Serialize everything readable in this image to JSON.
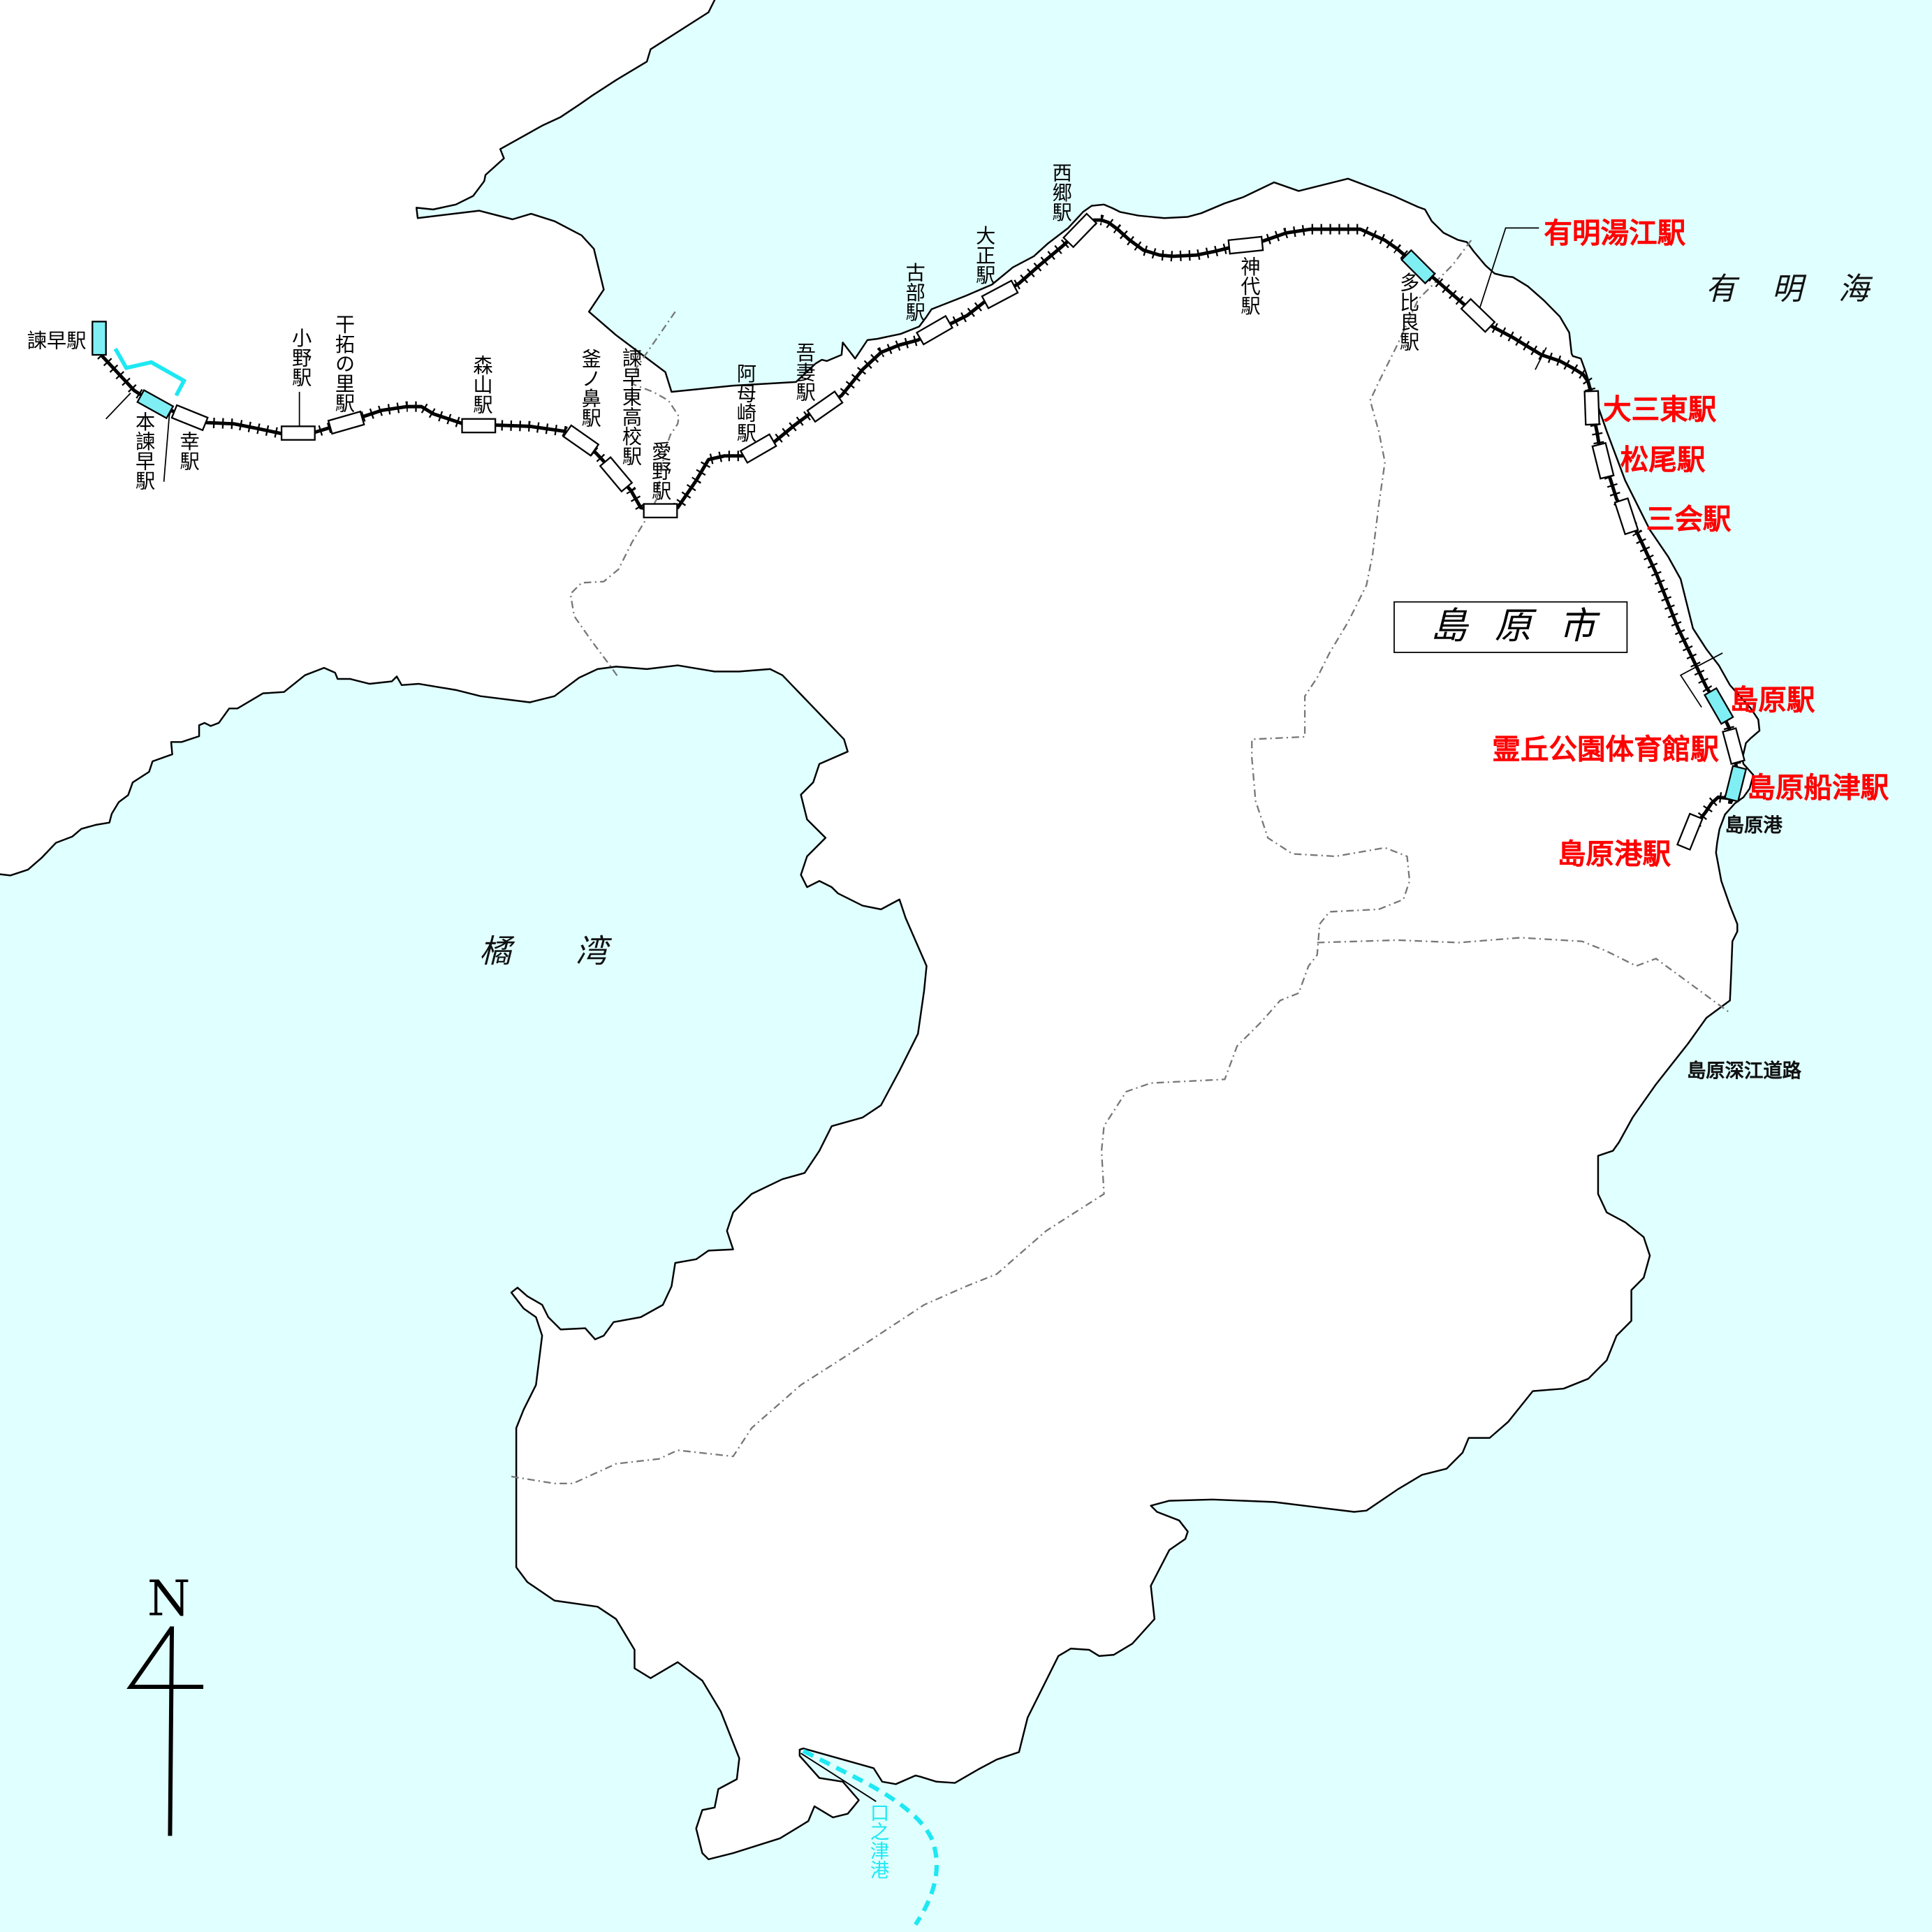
{
  "map": {
    "colors": {
      "sea": "#e0ffff",
      "land": "#ffffff",
      "coastline": "#000000",
      "railway": "#000000",
      "station_box": "#ffffff",
      "station_box_highlight": "#80eff4",
      "station_label": "#000000",
      "station_label_highlight": "#ff0000",
      "jr_line": "#1ee8f2",
      "ferry_route": "#1ee8f2",
      "boundary": "#777777"
    },
    "compass": {
      "label": "N"
    },
    "water_labels": {
      "ariake_sea": "有明海",
      "tachibana_bay": "橘湾"
    },
    "city_label": "島原市",
    "place_labels": {
      "shimabara_port": "島原港",
      "shimabara_fukae_road": "島原深江道路",
      "kuchinotsu_port": "口之津港"
    },
    "railway": {
      "stations": [
        {
          "name": "諫早駅",
          "box_style": "highlight",
          "label_style": "black"
        },
        {
          "name": "本諫早駅",
          "box_style": "highlight",
          "label_style": "black"
        },
        {
          "name": "幸駅",
          "box_style": "normal",
          "label_style": "black"
        },
        {
          "name": "小野駅",
          "box_style": "normal",
          "label_style": "black"
        },
        {
          "name": "干拓の里駅",
          "box_style": "normal",
          "label_style": "black"
        },
        {
          "name": "森山駅",
          "box_style": "normal",
          "label_style": "black"
        },
        {
          "name": "釜ノ鼻駅",
          "box_style": "normal",
          "label_style": "black"
        },
        {
          "name": "諫早東高校駅",
          "box_style": "normal",
          "label_style": "black"
        },
        {
          "name": "愛野駅",
          "box_style": "normal",
          "label_style": "black"
        },
        {
          "name": "阿母崎駅",
          "box_style": "normal",
          "label_style": "black"
        },
        {
          "name": "吾妻駅",
          "box_style": "normal",
          "label_style": "black"
        },
        {
          "name": "古部駅",
          "box_style": "normal",
          "label_style": "black"
        },
        {
          "name": "大正駅",
          "box_style": "normal",
          "label_style": "black"
        },
        {
          "name": "西郷駅",
          "box_style": "normal",
          "label_style": "black"
        },
        {
          "name": "神代駅",
          "box_style": "normal",
          "label_style": "black"
        },
        {
          "name": "多比良駅",
          "box_style": "highlight",
          "label_style": "black"
        },
        {
          "name": "有明湯江駅",
          "box_style": "normal",
          "label_style": "red"
        },
        {
          "name": "大三東駅",
          "box_style": "normal",
          "label_style": "red"
        },
        {
          "name": "松尾駅",
          "box_style": "normal",
          "label_style": "red"
        },
        {
          "name": "三会駅",
          "box_style": "normal",
          "label_style": "red"
        },
        {
          "name": "島原駅",
          "box_style": "highlight",
          "label_style": "red"
        },
        {
          "name": "霊丘公園体育館駅",
          "box_style": "normal",
          "label_style": "red"
        },
        {
          "name": "島原船津駅",
          "box_style": "highlight",
          "label_style": "red"
        },
        {
          "name": "島原港駅",
          "box_style": "normal",
          "label_style": "red"
        }
      ]
    }
  }
}
